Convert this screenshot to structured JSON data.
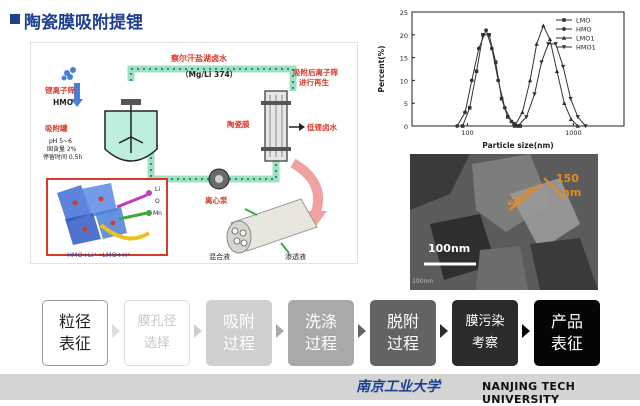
{
  "title": "陶瓷膜吸附提锂",
  "diagram": {
    "brine_title": "察尔汗盐湖卤水",
    "brine_ratio": "（Mg/Li 374）",
    "sieve_label": "锂离子筛",
    "sieve_formula": "HMO",
    "tank_label": "吸附罐",
    "tank_ph": "pH 5~6",
    "tank_solid": "固含量 2%",
    "tank_time": "停留时间 0.5h",
    "regen_line1": "吸附后离子筛",
    "regen_line2": "进行再生",
    "membrane_label": "陶瓷膜",
    "low_li_label": "低锂卤水",
    "pump_label": "离心泵",
    "mixed_label": "混合液",
    "permeate_label": "渗透液",
    "reaction": "HMO+Li⁺→LMO+H⁺",
    "ion_li": "Li",
    "ion_o": "O",
    "ion_mn": "Mn"
  },
  "tem": {
    "scale_bar": "100nm",
    "meas1": "58nm",
    "meas2_line1": "150",
    "meas2_line2": "nm",
    "stamp": "100nm"
  },
  "chart_data": {
    "type": "line",
    "title": "",
    "xlabel": "Particle size(nm)",
    "ylabel": "Percent(%)",
    "xscale": "log",
    "xlim": [
      30,
      3000
    ],
    "ylim": [
      0,
      25
    ],
    "yticks": [
      0,
      5,
      10,
      15,
      20,
      25
    ],
    "xticks": [
      100,
      1000
    ],
    "legend_position": "top-right",
    "series": [
      {
        "name": "LMO",
        "marker": "square",
        "x": [
          90,
          105,
          122,
          140,
          160,
          185,
          210,
          240,
          275,
          315
        ],
        "y": [
          0,
          4,
          12,
          20,
          20,
          14,
          6,
          2,
          0.5,
          0
        ]
      },
      {
        "name": "HMO",
        "marker": "circle",
        "x": [
          80,
          95,
          110,
          128,
          150,
          170,
          195,
          225,
          260,
          300
        ],
        "y": [
          0,
          3,
          10,
          17,
          21,
          17,
          10,
          4,
          1,
          0
        ]
      },
      {
        "name": "LMO1",
        "marker": "triangle-up",
        "x": [
          280,
          330,
          390,
          450,
          520,
          600,
          700,
          820,
          950,
          1100
        ],
        "y": [
          0,
          3,
          10,
          18,
          22,
          19,
          12,
          5,
          1.5,
          0
        ]
      },
      {
        "name": "HMO1",
        "marker": "triangle-down",
        "x": [
          300,
          360,
          430,
          500,
          580,
          680,
          800,
          940,
          1100,
          1300
        ],
        "y": [
          0,
          2,
          7,
          14,
          18,
          18,
          13,
          6,
          2,
          0
        ]
      }
    ]
  },
  "flow": [
    {
      "line1": "粒径",
      "line2": "表征",
      "bg": "#ffffff",
      "fg": "#222222",
      "border": "#9a9a9a"
    },
    {
      "line1": "膜孔径",
      "line2": "选择",
      "bg": "#ffffff",
      "fg": "#c8c8c8",
      "border": "#dddddd"
    },
    {
      "line1": "吸附",
      "line2": "过程",
      "bg": "#cfcfcf",
      "fg": "#ffffff",
      "border": "#cfcfcf"
    },
    {
      "line1": "洗涤",
      "line2": "过程",
      "bg": "#a9a9a9",
      "fg": "#ffffff",
      "border": "#a9a9a9"
    },
    {
      "line1": "脱附",
      "line2": "过程",
      "bg": "#636363",
      "fg": "#ffffff",
      "border": "#636363"
    },
    {
      "line1": "膜污染",
      "line2": "考察",
      "bg": "#2b2b2b",
      "fg": "#ffffff",
      "border": "#2b2b2b"
    },
    {
      "line1": "产品",
      "line2": "表征",
      "bg": "#050505",
      "fg": "#ffffff",
      "border": "#050505"
    }
  ],
  "footer": {
    "logo_text": "南京工业大学",
    "university": "NANJING TECH UNIVERSITY"
  },
  "colors": {
    "title_blue": "#1f3f8f",
    "accent_red": "#d83a2a",
    "pipe_green": "#9fe0c4",
    "chart_line": "#333333",
    "tem_label": "#e88a1c",
    "footer_bg": "#d4d4d4"
  }
}
